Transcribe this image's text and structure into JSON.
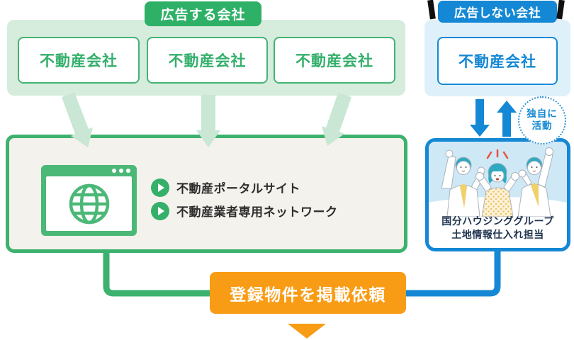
{
  "advertiser_group": {
    "badge": "広告する会社",
    "companies": [
      "不動産会社",
      "不動産会社",
      "不動産会社"
    ]
  },
  "portal_box": {
    "items": [
      "不動産ポータルサイト",
      "不動産業者専用ネットワーク"
    ]
  },
  "non_advertiser_group": {
    "badge": "広告しない会社",
    "company": "不動産会社",
    "independent_badge": {
      "line1": "独自に",
      "line2": "活動"
    },
    "team_box": {
      "line1": "国分ハウジンググループ",
      "line2": "土地情報仕入れ担当"
    }
  },
  "flow": {
    "request_label": "登録物件を掲載依頼"
  },
  "colors": {
    "green": "#2fb067",
    "green_border": "#3cb26e",
    "light_green": "#d6ecdd",
    "pale_green_arrow": "#c9e7d4",
    "blue": "#1488d4",
    "light_blue": "#def0fa",
    "pale_blue_stage": "#cfe8f6",
    "orange": "#f99c15",
    "cream": "#f4f2ec",
    "text_dark": "#2d2d2d",
    "navy": "#20344f"
  }
}
